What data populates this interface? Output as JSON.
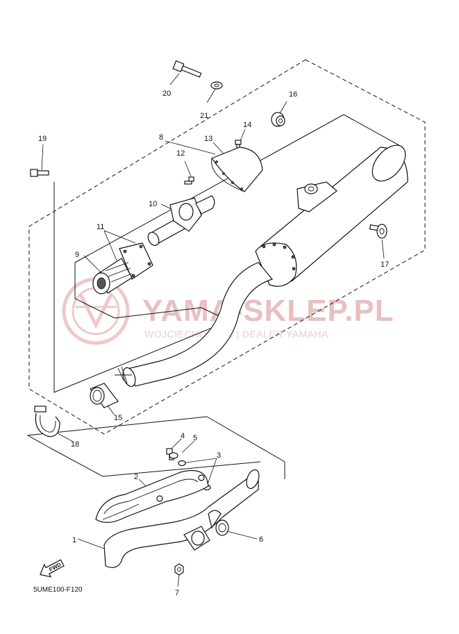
{
  "watermark": {
    "title": "YAMA-SKLEP.PL",
    "subtitle": "WOJCIECHOWICZ | DEALER YAMAHA"
  },
  "diagram_code": "5UME100-F120",
  "fwd_label": "FWD",
  "callouts": [
    {
      "id": "p1",
      "text": "1"
    },
    {
      "id": "p2",
      "text": "2"
    },
    {
      "id": "p3",
      "text": "3"
    },
    {
      "id": "p4",
      "text": "4"
    },
    {
      "id": "p5",
      "text": "5"
    },
    {
      "id": "p6",
      "text": "6"
    },
    {
      "id": "p7",
      "text": "7"
    },
    {
      "id": "p8",
      "text": "8"
    },
    {
      "id": "p9",
      "text": "9"
    },
    {
      "id": "p10",
      "text": "10"
    },
    {
      "id": "p11",
      "text": "11"
    },
    {
      "id": "p12",
      "text": "12"
    },
    {
      "id": "p13",
      "text": "13"
    },
    {
      "id": "p14",
      "text": "14"
    },
    {
      "id": "p15",
      "text": "15"
    },
    {
      "id": "p16",
      "text": "16"
    },
    {
      "id": "p17",
      "text": "17"
    },
    {
      "id": "p18",
      "text": "18"
    },
    {
      "id": "p19",
      "text": "19"
    },
    {
      "id": "p20",
      "text": "20"
    },
    {
      "id": "p21",
      "text": "21"
    }
  ]
}
